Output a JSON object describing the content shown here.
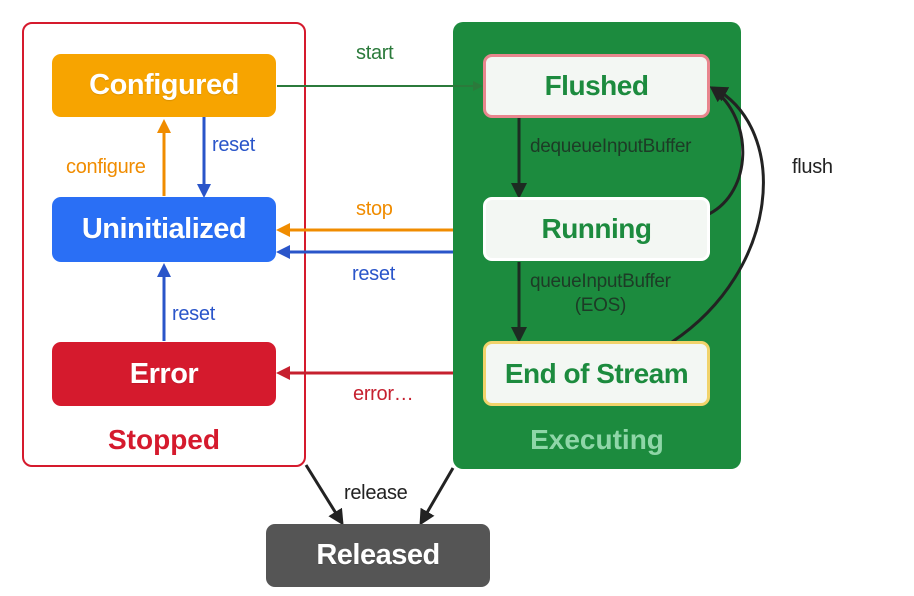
{
  "groups": {
    "stopped": {
      "label": "Stopped",
      "color": "#d51a2d"
    },
    "executing": {
      "label": "Executing",
      "color": "#1c8b3e",
      "label_color": "#8fd6a8"
    }
  },
  "states": {
    "configured": {
      "label": "Configured",
      "color": "#f7a400"
    },
    "uninitialized": {
      "label": "Uninitialized",
      "color": "#2a6ff5"
    },
    "error": {
      "label": "Error",
      "color": "#d51a2d"
    },
    "flushed": {
      "label": "Flushed",
      "border": "#e8868e"
    },
    "running": {
      "label": "Running",
      "border": "#ffffff"
    },
    "end_of_stream": {
      "label": "End of Stream",
      "border": "#f1d36b"
    },
    "released": {
      "label": "Released",
      "color": "#555555"
    }
  },
  "transitions": {
    "start": {
      "label": "start",
      "color": "#2b7a3b"
    },
    "reset_cfg": {
      "label": "reset",
      "color": "#2a55c9"
    },
    "configure": {
      "label": "configure",
      "color": "#f08c00"
    },
    "reset_err": {
      "label": "reset",
      "color": "#2a55c9"
    },
    "stop": {
      "label": "stop",
      "color": "#f08c00"
    },
    "reset_exec": {
      "label": "reset",
      "color": "#2a55c9"
    },
    "error": {
      "label": "error…",
      "color": "#c6202f"
    },
    "dequeue": {
      "label": "dequeueInputBuffer",
      "color": "#1d3b26"
    },
    "queue_eos": {
      "label": "queueInputBuffer\n(EOS)",
      "color": "#1d3b26"
    },
    "flush": {
      "label": "flush",
      "color": "#222222"
    },
    "release": {
      "label": "release",
      "color": "#222222"
    }
  }
}
